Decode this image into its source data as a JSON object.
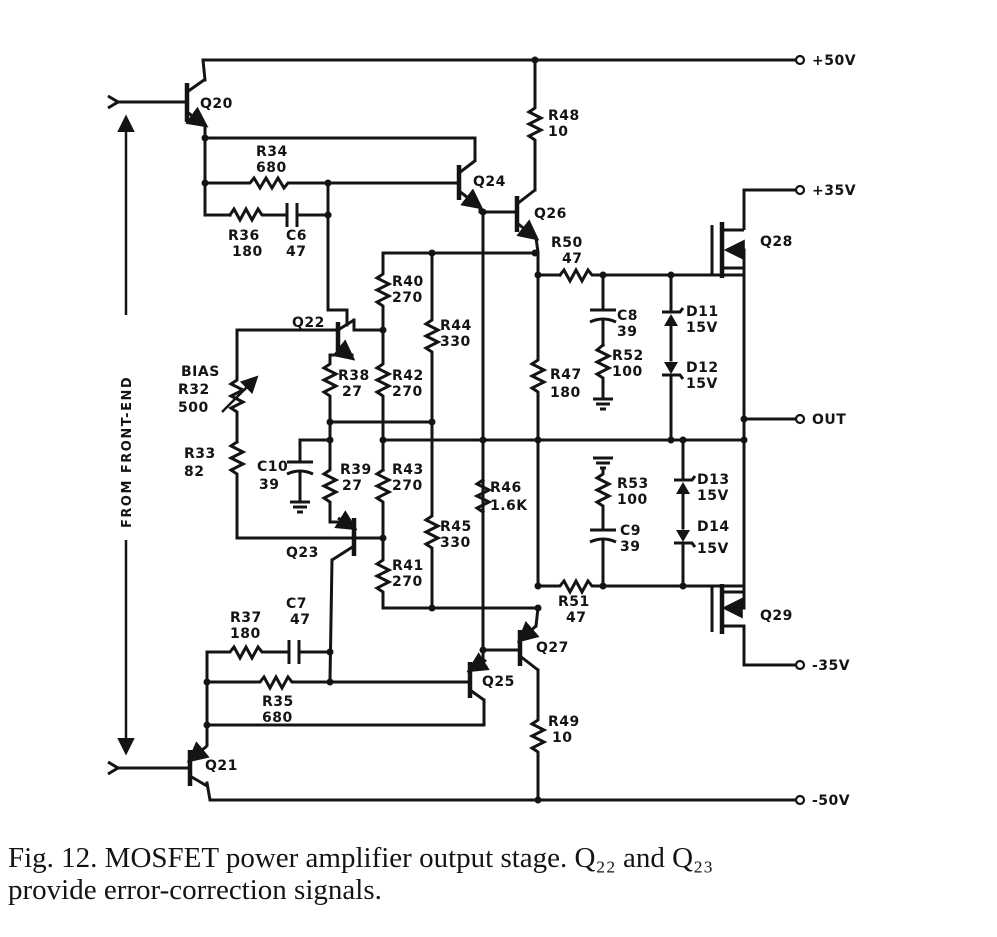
{
  "figure": {
    "caption_line1": "Fig. 12.  MOSFET power amplifier output stage. Q₂₂ and Q₂₃",
    "caption_line2": "provide error-correction signals."
  },
  "terminals": {
    "plus50": "+50V",
    "plus35": "+35V",
    "out": "OUT",
    "minus35": "-35V",
    "minus50": "-50V"
  },
  "input_label": "FROM FRONT-END",
  "transistors": {
    "q20": "Q20",
    "q21": "Q21",
    "q22": "Q22",
    "q23": "Q23",
    "q24": "Q24",
    "q25": "Q25",
    "q26": "Q26",
    "q27": "Q27",
    "q28": "Q28",
    "q29": "Q29"
  },
  "components": {
    "r34": {
      "name": "R34",
      "value": "680"
    },
    "r36": {
      "name": "R36",
      "value": "180"
    },
    "c6": {
      "name": "C6",
      "value": "47"
    },
    "r48": {
      "name": "R48",
      "value": "10"
    },
    "r50": {
      "name": "R50",
      "value": "47"
    },
    "r40": {
      "name": "R40",
      "value": "270"
    },
    "r44": {
      "name": "R44",
      "value": "330"
    },
    "r38": {
      "name": "R38",
      "value": "27"
    },
    "r42": {
      "name": "R42",
      "value": "270"
    },
    "r32": {
      "prefix": "BIAS",
      "name": "R32",
      "value": "500"
    },
    "r33": {
      "name": "R33",
      "value": "82"
    },
    "c10": {
      "name": "C10",
      "value": "39"
    },
    "r39": {
      "name": "R39",
      "value": "27"
    },
    "r43": {
      "name": "R43",
      "value": "270"
    },
    "r46": {
      "name": "R46",
      "value": "1.6K"
    },
    "r45": {
      "name": "R45",
      "value": "330"
    },
    "r41": {
      "name": "R41",
      "value": "270"
    },
    "r47": {
      "name": "R47",
      "value": "180"
    },
    "c8": {
      "name": "C8",
      "value": "39"
    },
    "r52": {
      "name": "R52",
      "value": "100"
    },
    "d11": {
      "name": "D11",
      "value": "15V"
    },
    "d12": {
      "name": "D12",
      "value": "15V"
    },
    "r53": {
      "name": "R53",
      "value": "100"
    },
    "c9": {
      "name": "C9",
      "value": "39"
    },
    "d13": {
      "name": "D13",
      "value": "15V"
    },
    "d14": {
      "name": "D14",
      "value": "15V"
    },
    "r51": {
      "name": "R51",
      "value": "47"
    },
    "r37": {
      "name": "R37",
      "value": "180"
    },
    "c7": {
      "name": "C7",
      "value": "47"
    },
    "r35": {
      "name": "R35",
      "value": "680"
    },
    "r49": {
      "name": "R49",
      "value": "10"
    }
  }
}
